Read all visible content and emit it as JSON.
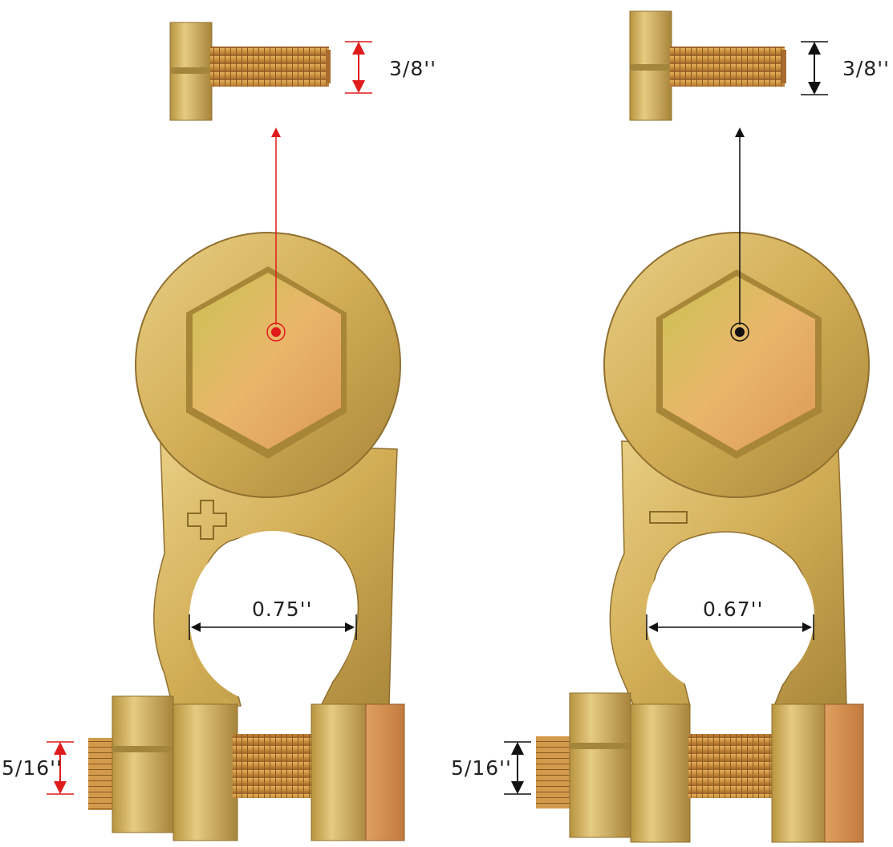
{
  "labels": {
    "left_bolt_dim": "3/8''",
    "right_bolt_dim": "3/8''",
    "left_hole_dim": "0.75''",
    "right_hole_dim": "0.67''",
    "left_small_bolt_dim": "5/16''",
    "right_small_bolt_dim": "5/16''"
  },
  "terminals": [
    {
      "polarity": "positive",
      "symbol_icon": "plus-sign-icon",
      "accent": "#e01b1b"
    },
    {
      "polarity": "negative",
      "symbol_icon": "minus-sign-icon",
      "accent": "#111111"
    }
  ],
  "colors": {
    "brass": "#d6b25a",
    "brass_dark": "#9c7a2e",
    "copper": "#d9904f",
    "positive_accent": "#e01b1b",
    "negative_accent": "#111111"
  }
}
